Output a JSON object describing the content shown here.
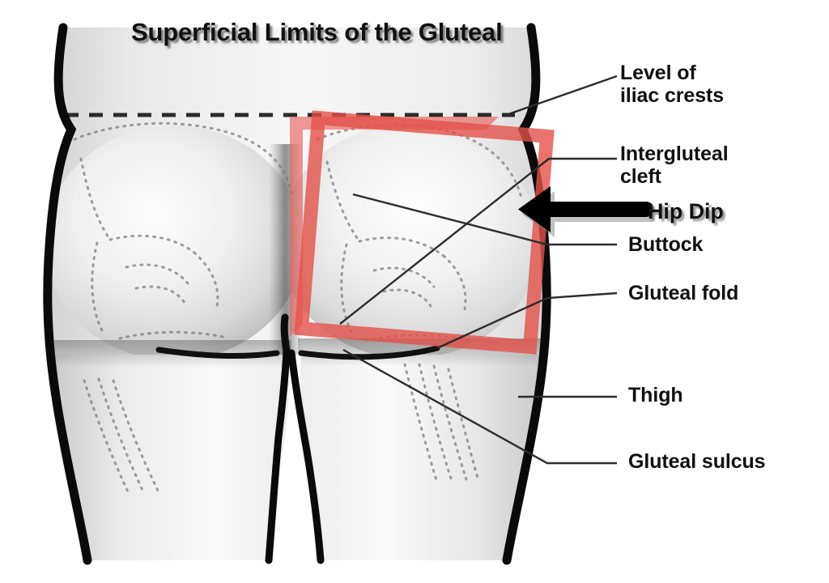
{
  "title": "Superficial Limits of the Gluteal",
  "annotation": {
    "hip_dip_label": "Hip Dip",
    "arrow_icon": "left-arrow-icon",
    "highlight_icon": "red-rectangle-highlight",
    "accent_color": "#e4504a",
    "highlight_color_soft": "#e75d55",
    "arrow_color": "#000000"
  },
  "figure": {
    "alt": "Posterior view of the gluteal region showing buttocks and upper thighs",
    "outline_color": "#111111",
    "skin_shade_light": "#f4f4f4",
    "skin_shade_mid": "#d9d9d9",
    "skin_shade_dark": "#9a9a9a",
    "dashed_line_name": "iliac-crest-level-dashed-line"
  },
  "labels": [
    {
      "id": "iliac",
      "text": "Level of\niliac crests",
      "name": "label-level-of-iliac-crests"
    },
    {
      "id": "cleft",
      "text": "Intergluteal\ncleft",
      "name": "label-intergluteal-cleft"
    },
    {
      "id": "buttock",
      "text": "Buttock",
      "name": "label-buttock"
    },
    {
      "id": "fold",
      "text": "Gluteal fold",
      "name": "label-gluteal-fold"
    },
    {
      "id": "thigh",
      "text": "Thigh",
      "name": "label-thigh"
    },
    {
      "id": "sulcus",
      "text": "Gluteal sulcus",
      "name": "label-gluteal-sulcus"
    }
  ],
  "label_text": {
    "iliac": "Level of\niliac crests",
    "cleft": "Intergluteal\ncleft",
    "buttock": "Buttock",
    "fold": "Gluteal fold",
    "thigh": "Thigh",
    "sulcus": "Gluteal sulcus"
  }
}
